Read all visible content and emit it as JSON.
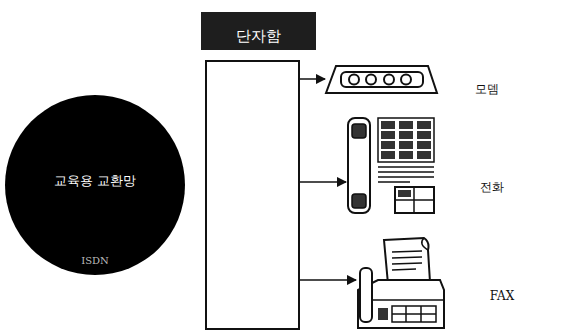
{
  "diagram": {
    "nodes": [
      {
        "text": [
          "교육용 교환망",
          "ISDN"
        ]
      },
      {
        "text": [
          "단자함"
        ]
      },
      {
        "text": [
          "모뎀"
        ]
      },
      {
        "text": [
          "전화"
        ]
      },
      {
        "text": [
          "FAX"
        ]
      }
    ],
    "edges": [
      {
        "from": 1,
        "to": 2,
        "arrow": "to"
      },
      {
        "from": 1,
        "to": 3,
        "arrow": "to"
      },
      {
        "from": 1,
        "to": 4,
        "arrow": "to"
      }
    ]
  }
}
